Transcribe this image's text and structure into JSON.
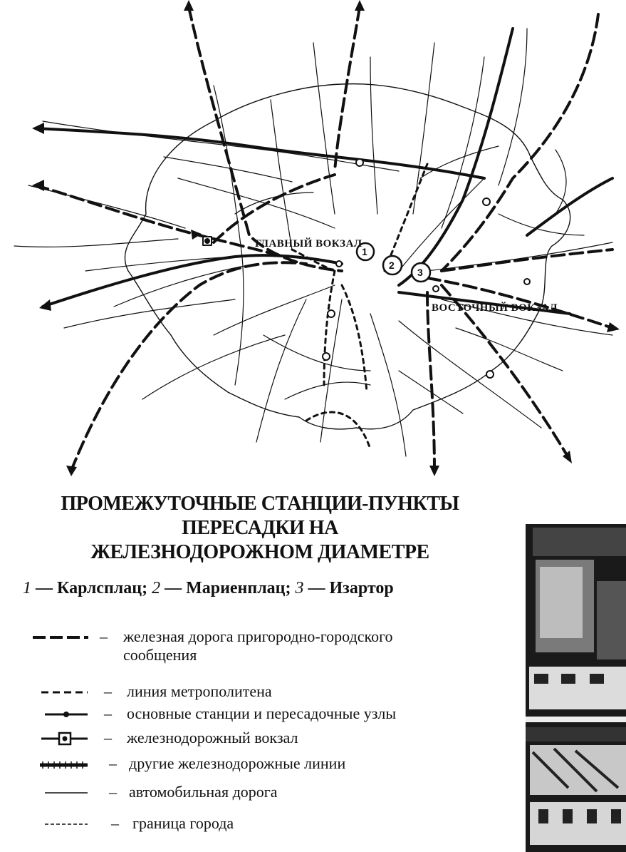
{
  "map": {
    "labels": {
      "main_station": "ГЛАВНЫЙ ВОКЗАЛ",
      "east_station": "ВОСТОЧНЫЙ ВОКЗАЛ"
    },
    "station_numbers": [
      "1",
      "2",
      "3"
    ]
  },
  "title": {
    "line1": "ПРОМЕЖУТОЧНЫЕ СТАНЦИИ-ПУНКТЫ",
    "line2": "ПЕРЕСАДКИ НА",
    "line3": "ЖЕЛЕЗНОДОРОЖНОМ ДИАМЕТРЕ"
  },
  "stations": [
    {
      "num": "1",
      "name": "Карлсплац"
    },
    {
      "num": "2",
      "name": "Мариенплац"
    },
    {
      "num": "3",
      "name": "Изартор"
    }
  ],
  "stations_separator": ";",
  "stations_dash": "—",
  "legend": {
    "dash": "–",
    "items": [
      {
        "symbol": "suburban-rail",
        "text_line1": "железная дорога пригородно-городского",
        "text_line2": "сообщения"
      },
      {
        "symbol": "metro-line",
        "text_line1": "линия метрополитена"
      },
      {
        "symbol": "main-station-node",
        "text_line1": "основные станции и пересадочные узлы"
      },
      {
        "symbol": "railway-station",
        "text_line1": "железнодорожный вокзал"
      },
      {
        "symbol": "other-rail",
        "text_line1": "другие железнодорожные линии"
      },
      {
        "symbol": "road",
        "text_line1": "автомобильная дорога"
      },
      {
        "symbol": "city-boundary",
        "text_line1": "граница города"
      }
    ]
  },
  "colors": {
    "ink": "#111111",
    "paper": "#ffffff"
  }
}
